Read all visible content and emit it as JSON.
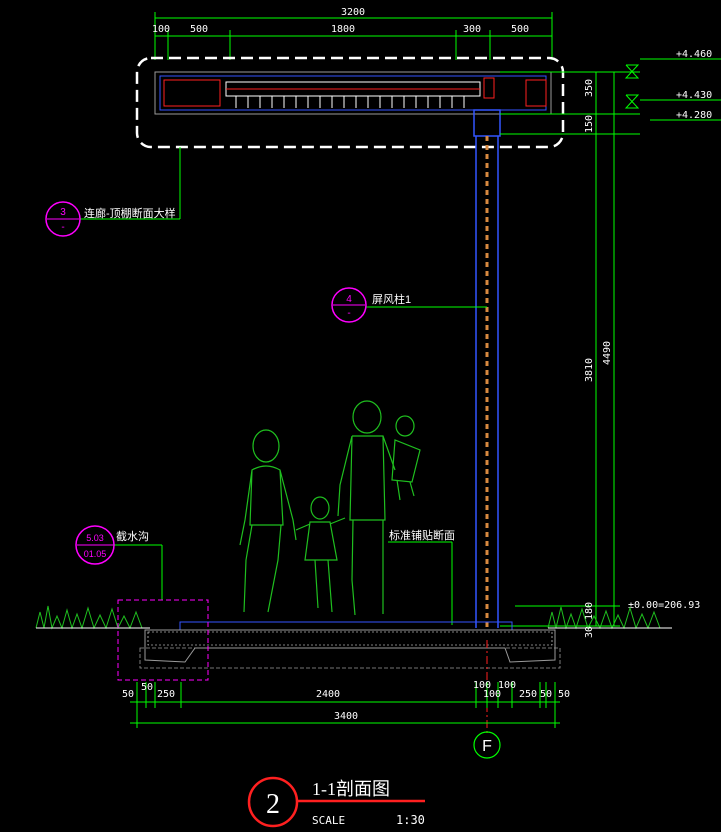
{
  "colors": {
    "background": "#000000",
    "dimension": "#00ff00",
    "magenta": "#ff00ff",
    "white": "#ffffff",
    "red": "#ff2020",
    "blue": "#3355ff",
    "orange": "#d98a40",
    "yellow": "#ffff00",
    "gray": "#9a9a9a",
    "figure": "#1fbf1f"
  },
  "top_dims": {
    "total": "3200",
    "d1": "100",
    "d2": "500",
    "d3": "1800",
    "d4": "300",
    "d5": "500"
  },
  "elevations": {
    "e1": "+4.460",
    "e2": "+4.430",
    "e3": "+4.280",
    "ground": "±0.00=206.93"
  },
  "vertical_dims": {
    "v350": "350",
    "v150": "150",
    "v4490": "4490",
    "v3810": "3810",
    "v180": "180",
    "v30": "30"
  },
  "callouts": {
    "c1": {
      "top": "3",
      "bottom": "-",
      "text": "连廊-顶棚断面大样"
    },
    "c2": {
      "top": "4",
      "bottom": "-",
      "text": "屏风柱1"
    },
    "c3": {
      "top": "5.03",
      "bottom": "01.05",
      "text": "截水沟"
    },
    "c4": {
      "text": "标准铺贴断面"
    }
  },
  "bottom_dims": {
    "b50a": "50",
    "b50b": "50",
    "b250a": "250",
    "b2400": "2400",
    "b100a": "100",
    "b100b": "100",
    "b100c": "100",
    "b250b": "250",
    "b50c": "50",
    "b50d": "50",
    "total": "3400"
  },
  "axis_label": "F",
  "title": {
    "number": "2",
    "name": "1-1剖面图",
    "scale_label": "SCALE",
    "scale_value": "1:30"
  }
}
